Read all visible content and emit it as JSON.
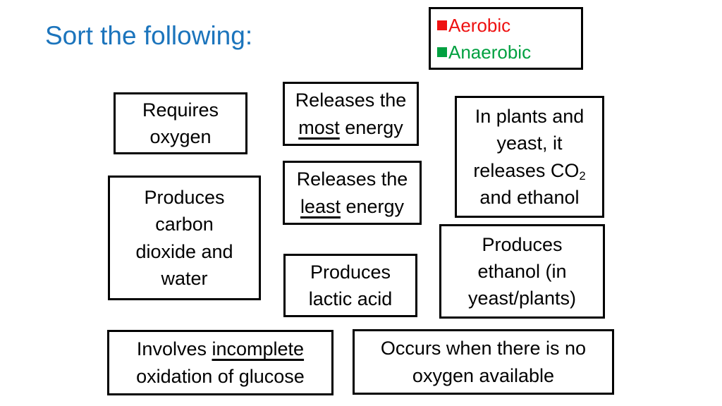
{
  "slide": {
    "title": "Sort the following:",
    "title_color": "#1B74BC",
    "background_color": "#FFFFFF",
    "text_color": "#000000",
    "border_color": "#000000"
  },
  "legend": {
    "items": [
      {
        "label": "Aerobic",
        "color": "#EE1111",
        "bullet_icon": "square-bullet-icon"
      },
      {
        "label": "Anaerobic",
        "color": "#00A040",
        "bullet_icon": "square-bullet-icon"
      }
    ]
  },
  "cards": [
    {
      "name": "requires-oxygen",
      "lines": [
        [
          {
            "text": "Requires"
          }
        ],
        [
          {
            "text": "oxygen"
          }
        ]
      ]
    },
    {
      "name": "releases-most-energy",
      "lines": [
        [
          {
            "text": "Releases the"
          }
        ],
        [
          {
            "text": "most",
            "underline": true
          },
          {
            "text": " energy"
          }
        ]
      ]
    },
    {
      "name": "in-plants-yeast-co2-ethanol",
      "lines": [
        [
          {
            "text": "In plants and"
          }
        ],
        [
          {
            "text": "yeast, it"
          }
        ],
        [
          {
            "text": "releases CO"
          },
          {
            "text": "2",
            "sub": true
          }
        ],
        [
          {
            "text": "and ethanol"
          }
        ]
      ]
    },
    {
      "name": "produces-carbon-dioxide-water",
      "lines": [
        [
          {
            "text": "Produces"
          }
        ],
        [
          {
            "text": "carbon"
          }
        ],
        [
          {
            "text": "dioxide and"
          }
        ],
        [
          {
            "text": "water"
          }
        ]
      ]
    },
    {
      "name": "releases-least-energy",
      "lines": [
        [
          {
            "text": "Releases the"
          }
        ],
        [
          {
            "text": "least",
            "underline": true
          },
          {
            "text": " energy"
          }
        ]
      ]
    },
    {
      "name": "produces-ethanol-yeast-plants",
      "lines": [
        [
          {
            "text": "Produces"
          }
        ],
        [
          {
            "text": "ethanol (in"
          }
        ],
        [
          {
            "text": "yeast/plants)"
          }
        ]
      ]
    },
    {
      "name": "produces-lactic-acid",
      "lines": [
        [
          {
            "text": "Produces"
          }
        ],
        [
          {
            "text": "lactic acid"
          }
        ]
      ]
    },
    {
      "name": "involves-incomplete-oxidation",
      "lines": [
        [
          {
            "text": "Involves "
          },
          {
            "text": "incomplete",
            "underline": true
          }
        ],
        [
          {
            "text": "oxidation of glucose"
          }
        ]
      ]
    },
    {
      "name": "occurs-no-oxygen",
      "lines": [
        [
          {
            "text": "Occurs when there is no"
          }
        ],
        [
          {
            "text": "oxygen available"
          }
        ]
      ]
    }
  ]
}
